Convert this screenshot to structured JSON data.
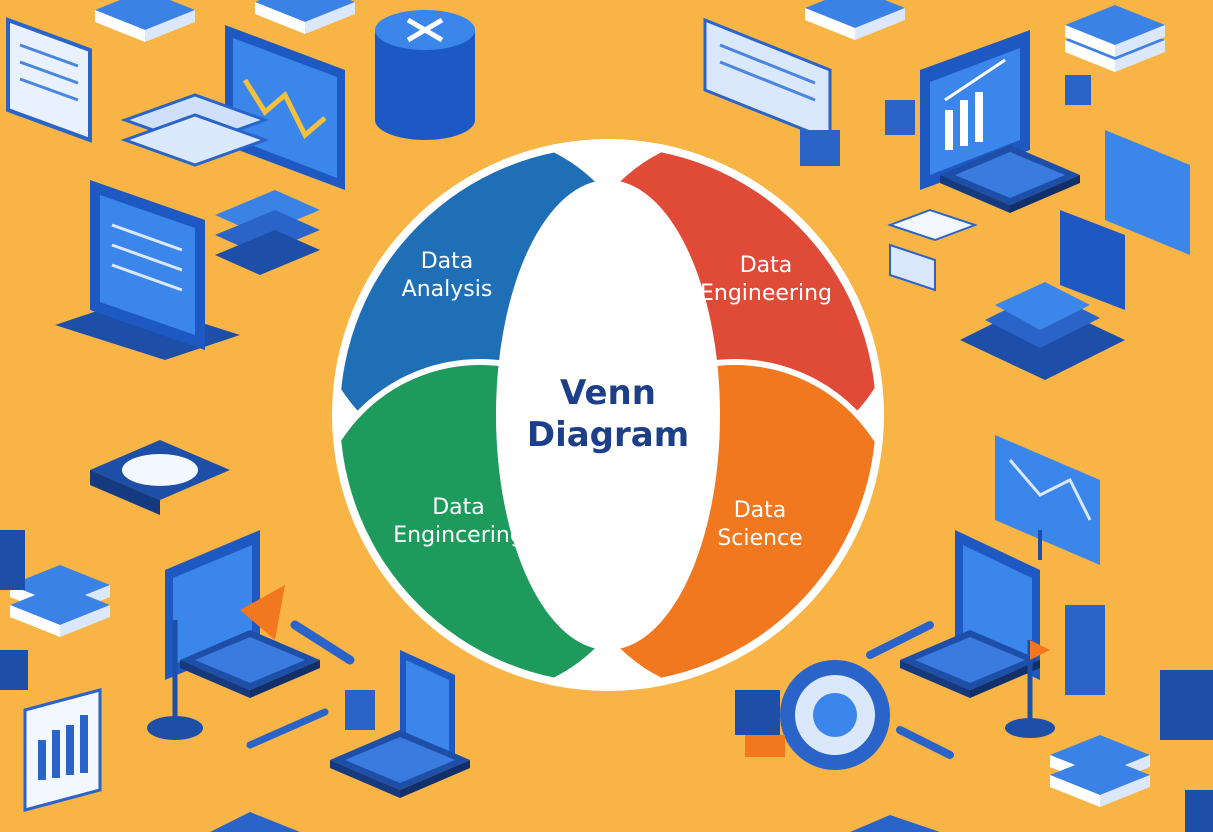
{
  "diagram": {
    "center_title": {
      "line1": "Venn",
      "line2": "Diagram"
    },
    "sets": [
      {
        "line1": "Data",
        "line2": "Analysis",
        "color": "#1f6fb6"
      },
      {
        "line1": "Data",
        "line2": "Engineering",
        "color": "#e04b38"
      },
      {
        "line1": "Data",
        "line2": "Engincering",
        "color": "#1e9a5c"
      },
      {
        "line1": "Data",
        "line2": "Science",
        "color": "#f1781f"
      }
    ],
    "outer_ring_color": "#ffffff"
  },
  "background": {
    "color": "#f8b445",
    "accent_blue": "#2a64c9",
    "illustrations": [
      "monitor-icon",
      "laptop-icon",
      "database-icon",
      "chart-screen-icon",
      "server-stack-icon",
      "book-stack-icon",
      "pencil-icon",
      "flag-icon",
      "gauge-icon",
      "whiteboard-icon"
    ]
  }
}
